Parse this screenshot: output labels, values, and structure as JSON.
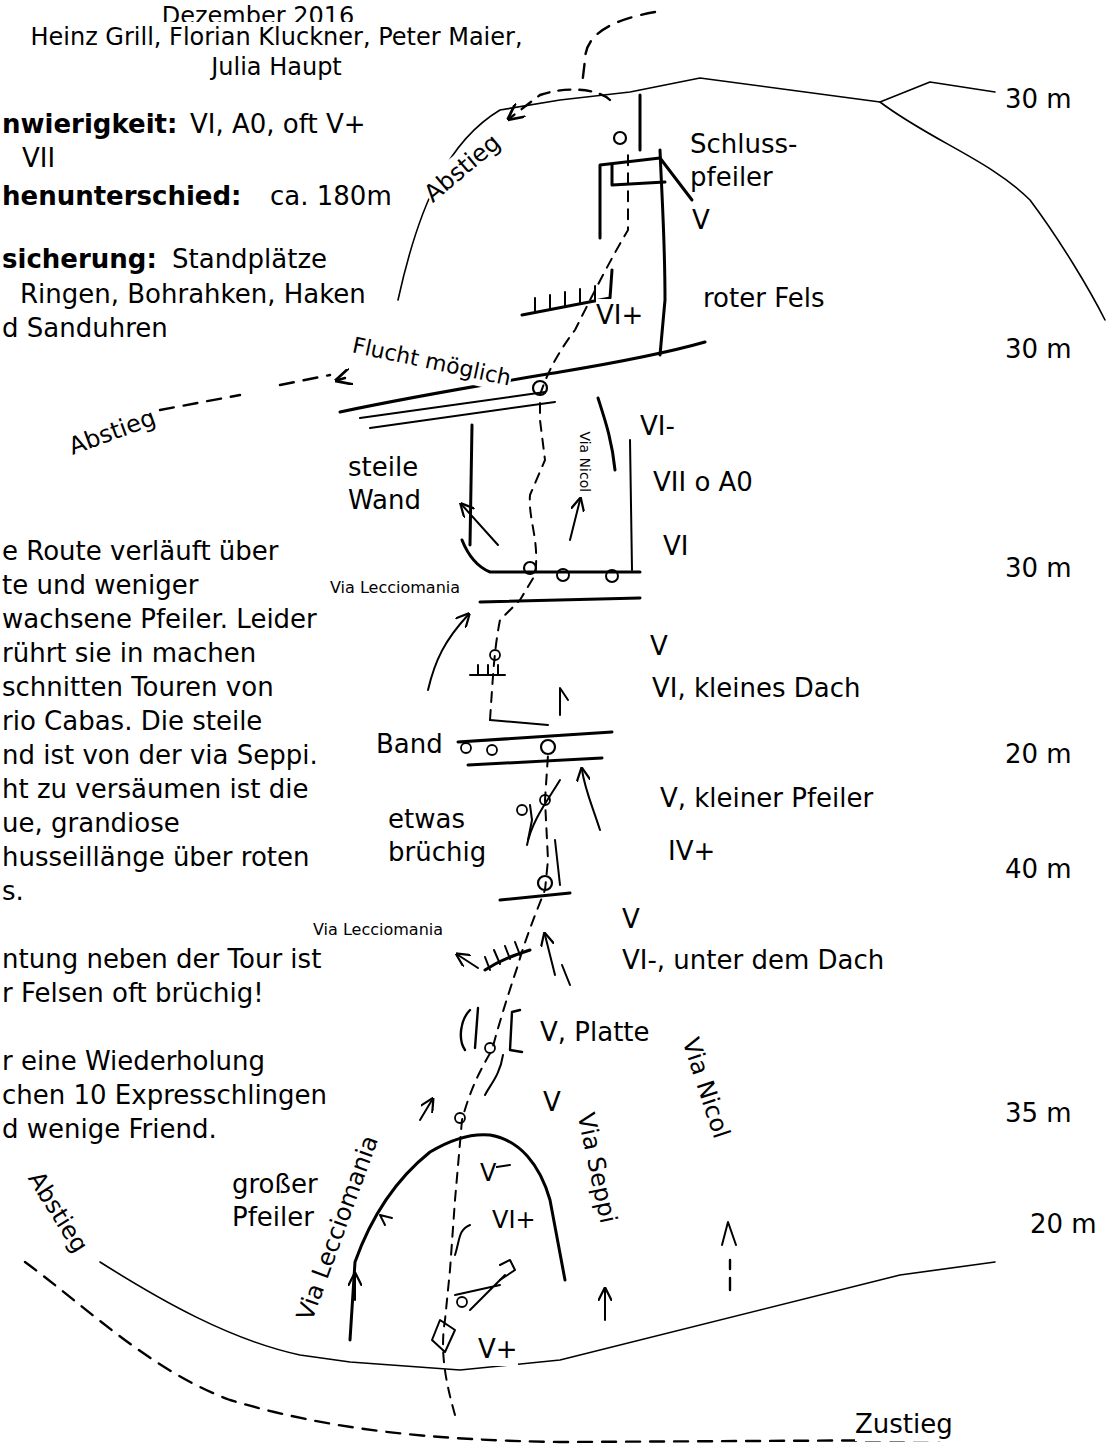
{
  "diagram": {
    "labels": [
      "Dezember 2016",
      "Heinz Grill, Florian Kluckner, Peter Maier, Julia Haupt",
      "nwierigkeit:",
      "VI, A0, oft V+",
      "VII",
      "henunterschied:",
      "ca. 180m",
      "sicherung:",
      "Standplätze",
      "Ringen, Bohrahken, Haken",
      "d Sanduhren",
      "e Route verläuft über",
      "te und weniger",
      "wachsene Pfeiler. Leider",
      "rührt sie in machen",
      "schnitten Touren von",
      "rio Cabas. Die steile",
      "nd ist von der via Seppi.",
      "ht zu versäumen ist die",
      "ue, grandiose",
      "husseillänge über roten",
      "s.",
      "ntung neben der Tour ist",
      "r Felsen oft brüchig!",
      "r eine Wiederholung",
      "chen 10 Expresschlingen",
      "d wenige Friend.",
      "Abstieg",
      "Schluss- pfeiler",
      "V",
      "roter Fels",
      "VI+",
      "Flucht möglich",
      "Abstieg",
      "VI-",
      "VII o A0",
      "VI",
      "steile Wand",
      "Via Nicol",
      "Via Lecciomania",
      "V",
      "VI, kleines Dach",
      "Band",
      "V, kleiner Pfeiler",
      "IV+",
      "etwas brüchig",
      "Via Lecciomania",
      "V",
      "VI-, unter dem Dach",
      "V, Platte",
      "V",
      "Via Seppi",
      "Via Nicol",
      "V",
      "VI+",
      "großer Pfeiler",
      "Via Lecciomania",
      "Abstieg",
      "V+",
      "Zustieg",
      "30 m",
      "30 m",
      "30 m",
      "20 m",
      "40 m",
      "35 m",
      "20 m"
    ]
  }
}
